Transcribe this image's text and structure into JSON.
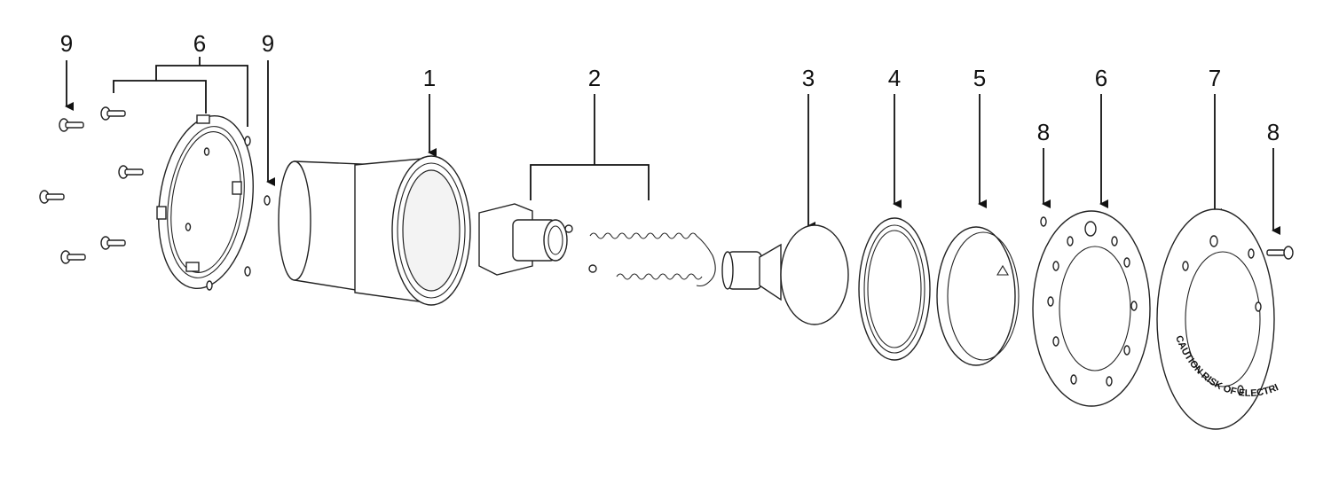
{
  "callouts": [
    {
      "id": "c9a",
      "text": "9"
    },
    {
      "id": "c6a",
      "text": "6"
    },
    {
      "id": "c9b",
      "text": "9"
    },
    {
      "id": "c1",
      "text": "1"
    },
    {
      "id": "c2",
      "text": "2"
    },
    {
      "id": "c3",
      "text": "3"
    },
    {
      "id": "c4",
      "text": "4"
    },
    {
      "id": "c5",
      "text": "5"
    },
    {
      "id": "c8a",
      "text": "8"
    },
    {
      "id": "c6b",
      "text": "6"
    },
    {
      "id": "c7",
      "text": "7"
    },
    {
      "id": "c8b",
      "text": "8"
    }
  ],
  "face_ring": {
    "warning_text": "CAUTION RISK OF ELECTRICAL SHOCK SUBMERSE BEFORE LIGHTING"
  }
}
